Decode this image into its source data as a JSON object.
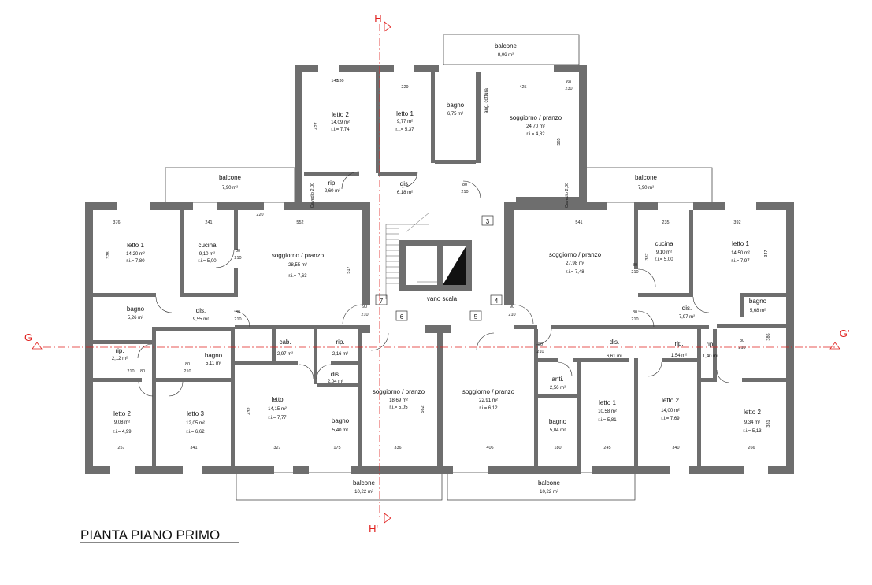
{
  "title": "PIANTA PIANO PRIMO",
  "section_marks": {
    "top": "H",
    "bottom": "H'",
    "left": "G",
    "right": "G'"
  },
  "rooms": [
    {
      "name": "balcone",
      "area": "8,06 m²"
    },
    {
      "name": "letto 2",
      "area": "14,09 m²",
      "ri": "r.i.= 7,74"
    },
    {
      "name": "letto 1",
      "area": "9,77 m²",
      "ri": "r.i.= 5,37"
    },
    {
      "name": "bagno",
      "area": "6,75 m²"
    },
    {
      "name": "soggiorno / pranzo",
      "area": "24,70 m²",
      "ri": "r.i.= 4,82"
    },
    {
      "name": "ang. cottura",
      "area": ""
    },
    {
      "name": "dis.",
      "area": "6,18 m²"
    },
    {
      "name": "rip.",
      "area": "2,60 m²"
    },
    {
      "name": "balcone",
      "area": "7,90 m²"
    },
    {
      "name": "balcone",
      "area": "7,90 m²"
    },
    {
      "name": "letto 1",
      "area": "14,20 m²",
      "ri": "r.i.= 7,80"
    },
    {
      "name": "cucina",
      "area": "9,10 m²",
      "ri": "r.i.= 5,00"
    },
    {
      "name": "soggiorno / pranzo",
      "area": "28,55 m²",
      "ri": "r.i.= 7,63"
    },
    {
      "name": "dis.",
      "area": "9,55 m²"
    },
    {
      "name": "bagno",
      "area": "5,26 m²"
    },
    {
      "name": "rip.",
      "area": "2,12 m²"
    },
    {
      "name": "bagno",
      "area": "5,11 m²"
    },
    {
      "name": "cab.",
      "area": "2,97 m²"
    },
    {
      "name": "rip.",
      "area": "2,16 m²"
    },
    {
      "name": "dis.",
      "area": "2,04 m²"
    },
    {
      "name": "letto 2",
      "area": "9,08 m²",
      "ri": "r.i.= 4,99"
    },
    {
      "name": "letto 3",
      "area": "12,05 m²",
      "ri": "r.i.= 6,62"
    },
    {
      "name": "letto",
      "area": "14,15 m²",
      "ri": "r.i.= 7,77"
    },
    {
      "name": "bagno",
      "area": "5,40 m²"
    },
    {
      "name": "soggiorno / pranzo",
      "area": "18,69 m²",
      "ri": "r.i.= 5,05"
    },
    {
      "name": "vano scala",
      "area": ""
    },
    {
      "name": "soggiorno / pranzo",
      "area": "22,91 m²",
      "ri": "r.i.= 6,12"
    },
    {
      "name": "soggiorno / pranzo",
      "area": "27,98 m²",
      "ri": "r.i.= 7,48"
    },
    {
      "name": "cucina",
      "area": "9,10 m²",
      "ri": "r.i.= 5,00"
    },
    {
      "name": "letto 1",
      "area": "14,50 m²",
      "ri": "r.i.= 7,97"
    },
    {
      "name": "dis.",
      "area": "7,97 m²"
    },
    {
      "name": "bagno",
      "area": "5,68 m²"
    },
    {
      "name": "dis.",
      "area": "6,61 m²"
    },
    {
      "name": "rip.",
      "area": "1,54 m²"
    },
    {
      "name": "rip.",
      "area": "1,40 m²"
    },
    {
      "name": "anti.",
      "area": "2,56 m²"
    },
    {
      "name": "bagno",
      "area": "5,04 m²"
    },
    {
      "name": "letto 1",
      "area": "10,58 m²",
      "ri": "r.i.= 5,81"
    },
    {
      "name": "letto 2",
      "area": "14,00 m²",
      "ri": "r.i.= 7,69"
    },
    {
      "name": "letto 2",
      "area": "9,34 m²",
      "ri": "r.i.= 5,13"
    },
    {
      "name": "balcone",
      "area": "10,22 m²"
    },
    {
      "name": "balcone",
      "area": "10,22 m²"
    }
  ],
  "stair_numbers": [
    "3",
    "4",
    "5",
    "6",
    "7"
  ],
  "dimensions": [
    "140",
    "130",
    "376",
    "241",
    "220",
    "552",
    "541",
    "235",
    "392",
    "229",
    "425",
    "60",
    "230",
    "378",
    "387",
    "517",
    "347",
    "427",
    "585",
    "257",
    "341",
    "327",
    "175",
    "336",
    "406",
    "180",
    "245",
    "340",
    "266",
    "432",
    "562",
    "381",
    "386"
  ],
  "door_labels": [
    "80",
    "90",
    "210"
  ],
  "mono_labels": [
    "Cavedio 2,00"
  ]
}
